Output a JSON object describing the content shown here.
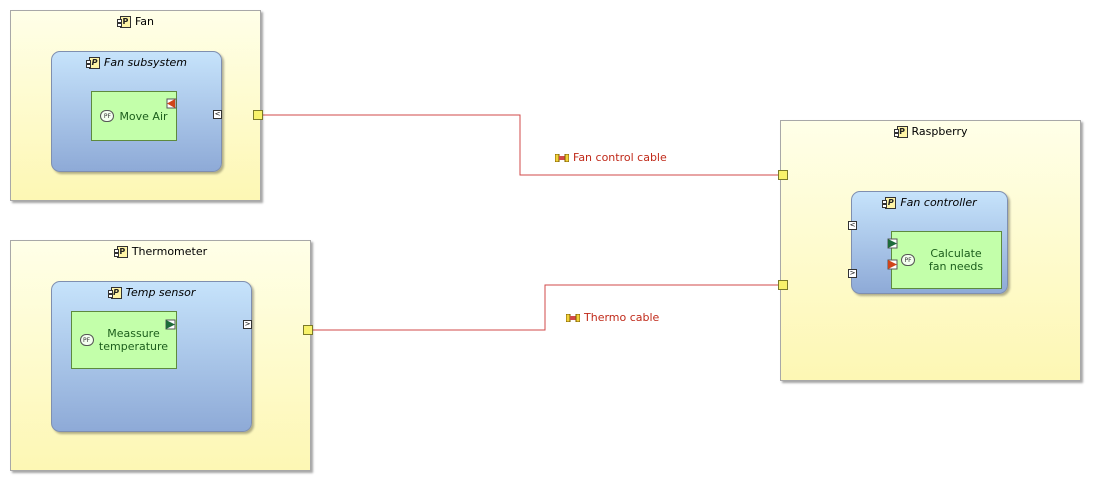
{
  "nodes": {
    "fan": {
      "title": "Fan",
      "subsystem": {
        "title": "Fan subsystem",
        "function": "Move Air"
      }
    },
    "thermometer": {
      "title": "Thermometer",
      "subsystem": {
        "title": "Temp sensor",
        "function": "Meassure temperature"
      }
    },
    "raspberry": {
      "title": "Raspberry",
      "subsystem": {
        "title": "Fan controller",
        "function": "Calculate fan needs"
      }
    }
  },
  "links": {
    "fan_cable": "Fan control cable",
    "thermo_cable": "Thermo cable"
  },
  "icons": {
    "part": "part-icon",
    "function": "physical-function-icon",
    "cable": "physical-link-icon"
  },
  "colors": {
    "node_fill": "#fdf7b4",
    "subsystem_fill": "#8eaad7",
    "function_fill": "#c3ffaa",
    "cable": "#d14a4a",
    "exchange": "#1f4e79",
    "component_exchange": "#d28a2a"
  }
}
